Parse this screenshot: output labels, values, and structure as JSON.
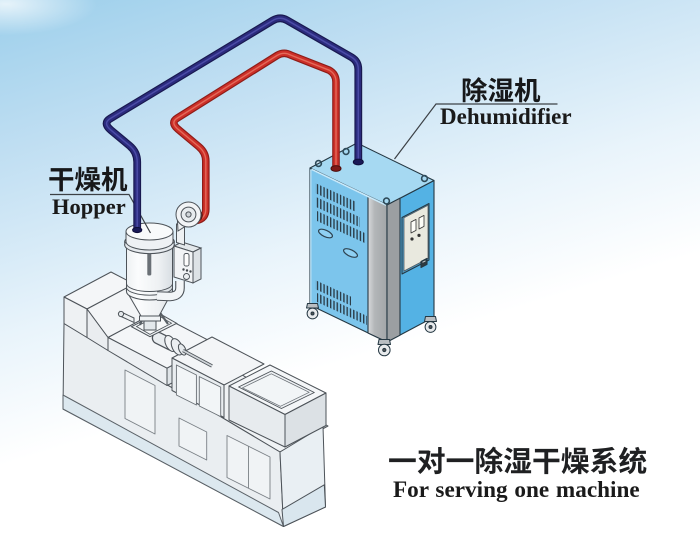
{
  "labels": {
    "hopper": {
      "zh": "干燥机",
      "en": "Hopper"
    },
    "dehumidifier": {
      "zh": "除湿机",
      "en": "Dehumidifier"
    }
  },
  "caption": {
    "zh": "一对一除湿干燥系统",
    "en": "For serving one machine"
  },
  "colors": {
    "background_sky": "#9ccfeb",
    "background_fade": "#ffffff",
    "dry_air_pipe_navy": "#2b2b7d",
    "return_air_pipe_red": "#cd2f28",
    "cabinet_front_blue": "#7cc5ec",
    "cabinet_side_blue": "#54b2e4",
    "cabinet_top_blue": "#a6d9f2",
    "machine_face_gray": "#e8ecef",
    "machine_base_strip": "#dce8ef",
    "text_black": "#1a1a1a"
  },
  "components": {
    "hopper_dryer": "hopper dryer",
    "dehumidifier_cabinet": "dehumidifier cabinet",
    "extruder_machine": "extruder machine",
    "dry_air_pipe": "dry air supply pipe (navy)",
    "return_air_pipe": "return air pipe (red)"
  }
}
